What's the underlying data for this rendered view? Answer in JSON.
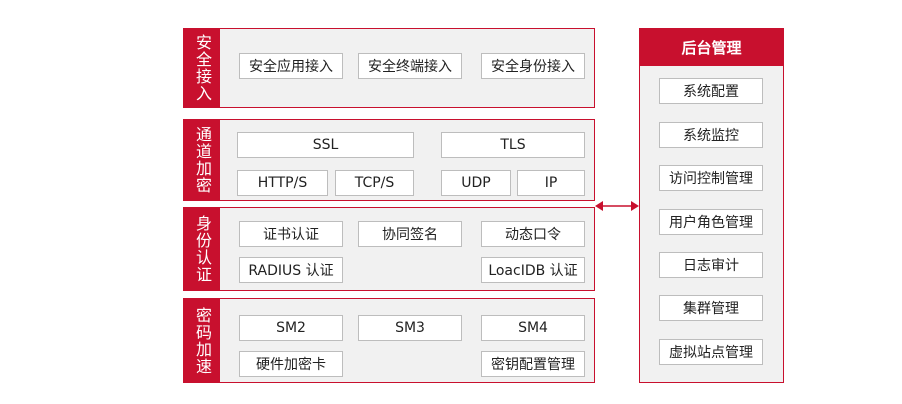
{
  "left_panels": [
    {
      "label": "安全接入",
      "items": [
        "安全应用接入",
        "安全终端接入",
        "安全身份接入"
      ]
    },
    {
      "label": "通道加密",
      "items": [
        "SSL",
        "TLS",
        "HTTP/S",
        "TCP/S",
        "UDP",
        "IP"
      ]
    },
    {
      "label": "身份认证",
      "items": [
        "证书认证",
        "协同签名",
        "动态口令",
        "RADIUS 认证",
        "LoacIDB 认证"
      ]
    },
    {
      "label": "密码加速",
      "items": [
        "SM2",
        "SM3",
        "SM4",
        "硬件加密卡",
        "密钥配置管理"
      ]
    }
  ],
  "right_panel": {
    "title": "后台管理",
    "items": [
      "系统配置",
      "系统监控",
      "访问控制管理",
      "用户角色管理",
      "日志审计",
      "集群管理",
      "虚拟站点管理"
    ]
  },
  "colors": {
    "accent": "#c8102e",
    "panel_bg": "#f1f1f1",
    "box_border": "#bdbdbd"
  }
}
